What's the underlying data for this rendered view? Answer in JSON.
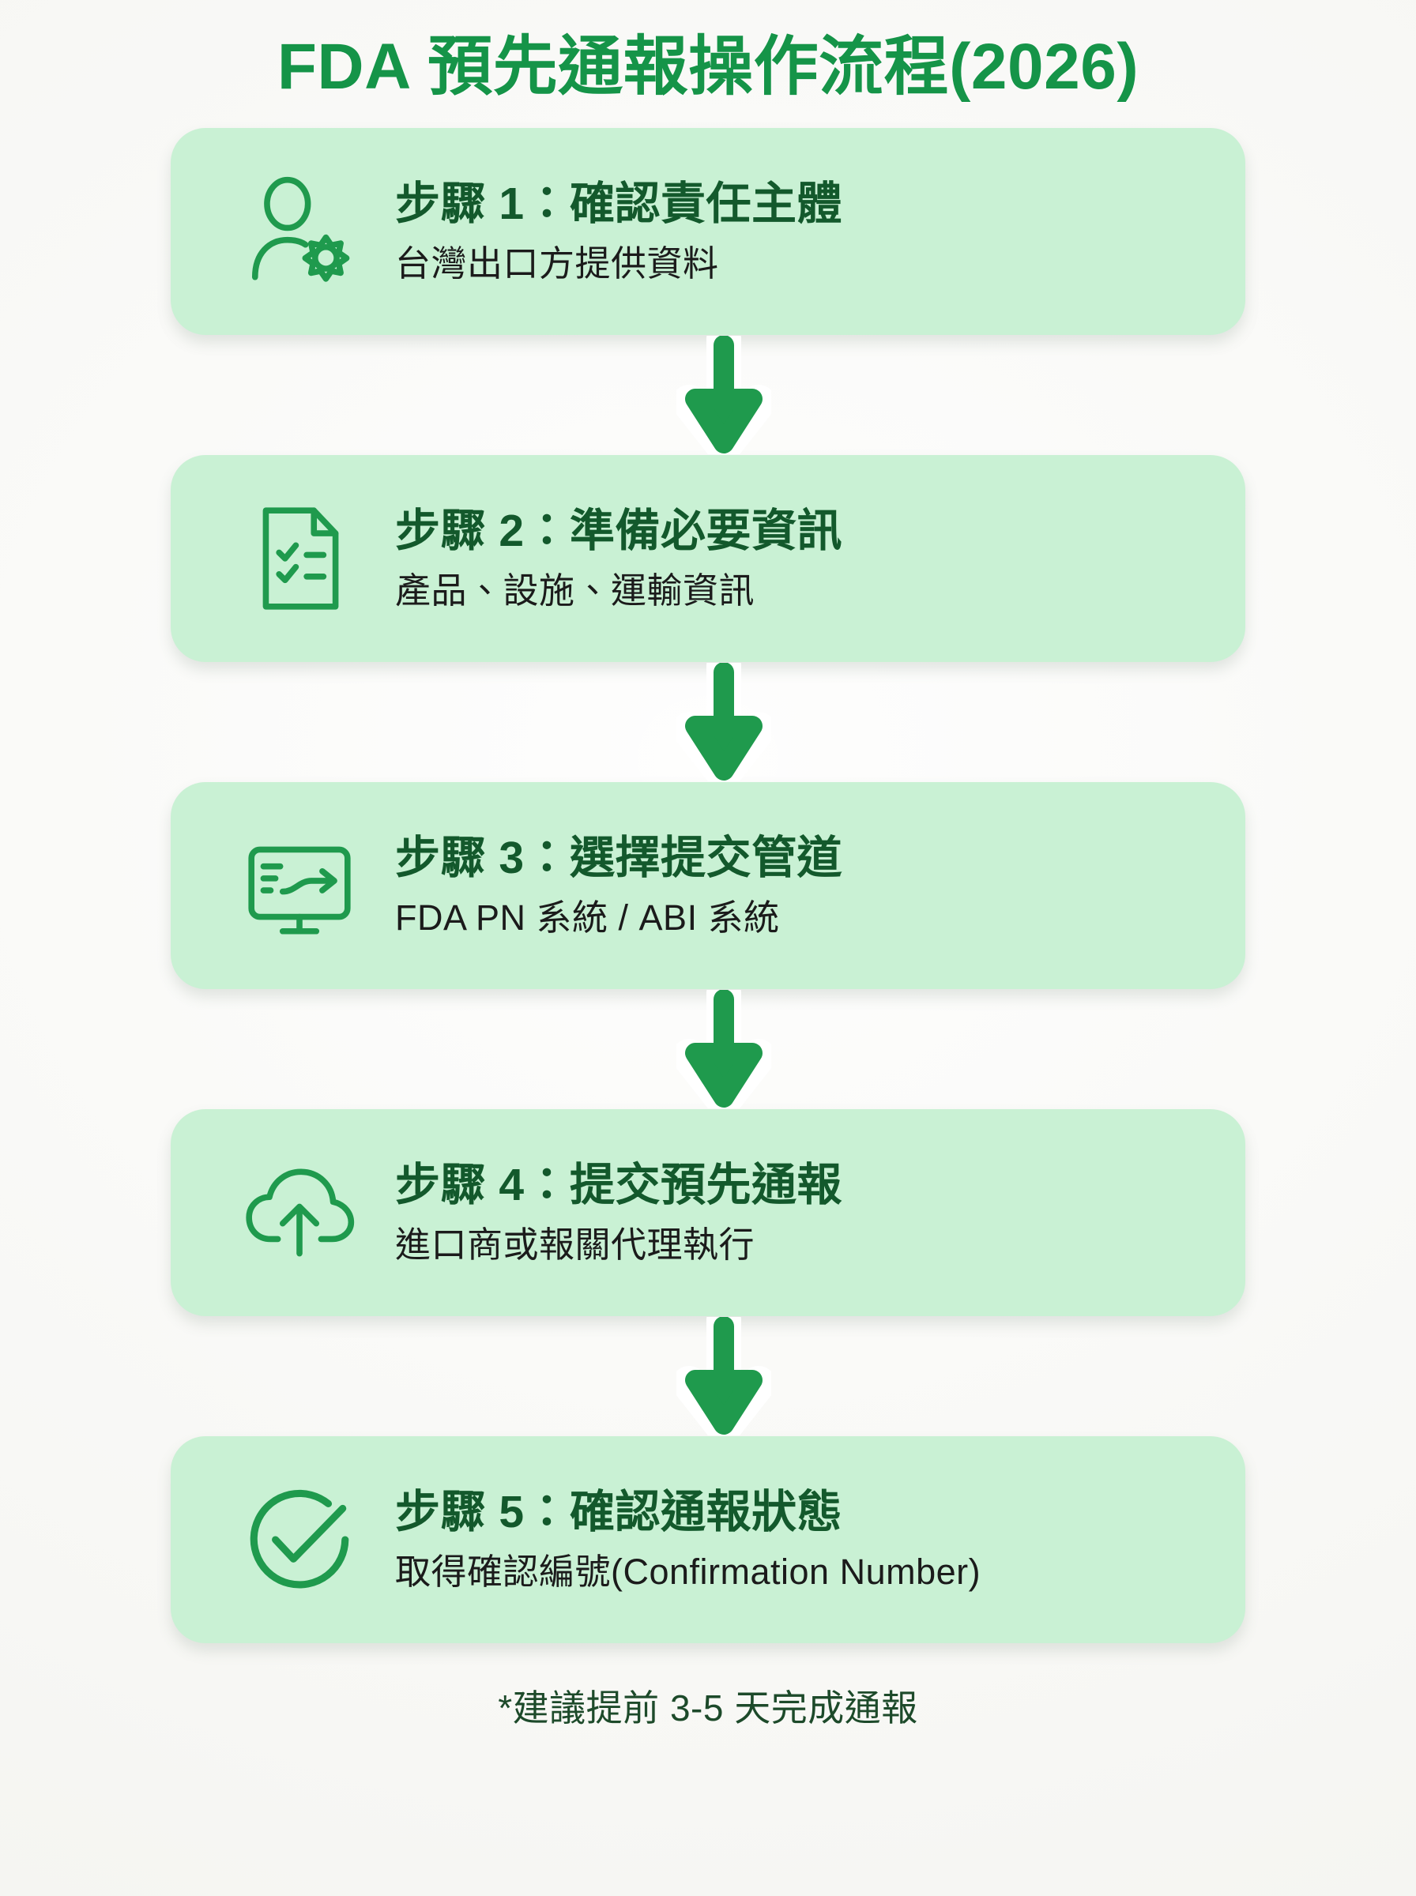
{
  "page": {
    "title": "FDA 預先通報操作流程(2026)",
    "background_color": "#f7f7f4",
    "accent_green": "#159448",
    "card_background": "#c9f1d4",
    "heading_green": "#13592c",
    "arrow_color": "#1f9a4d"
  },
  "steps": [
    {
      "icon": "user-gear-icon",
      "title": "步驟 1：確認責任主體",
      "subtitle": "台灣出口方提供資料"
    },
    {
      "icon": "checklist-document-icon",
      "title": "步驟 2：準備必要資訊",
      "subtitle": "產品、設施、運輸資訊"
    },
    {
      "icon": "monitor-submit-icon",
      "title": "步驟 3：選擇提交管道",
      "subtitle": "FDA PN 系統 / ABI 系統"
    },
    {
      "icon": "cloud-upload-icon",
      "title": "步驟 4：提交預先通報",
      "subtitle": "進口商或報關代理執行"
    },
    {
      "icon": "check-circle-icon",
      "title": "步驟 5：確認通報狀態",
      "subtitle": "取得確認編號(Confirmation Number)"
    }
  ],
  "arrows": [
    {
      "name": "arrow-step1-to-step2"
    },
    {
      "name": "arrow-step2-to-step3"
    },
    {
      "name": "arrow-step3-to-step4"
    },
    {
      "name": "arrow-step4-to-step5"
    }
  ],
  "footnote": "*建議提前 3-5 天完成通報"
}
